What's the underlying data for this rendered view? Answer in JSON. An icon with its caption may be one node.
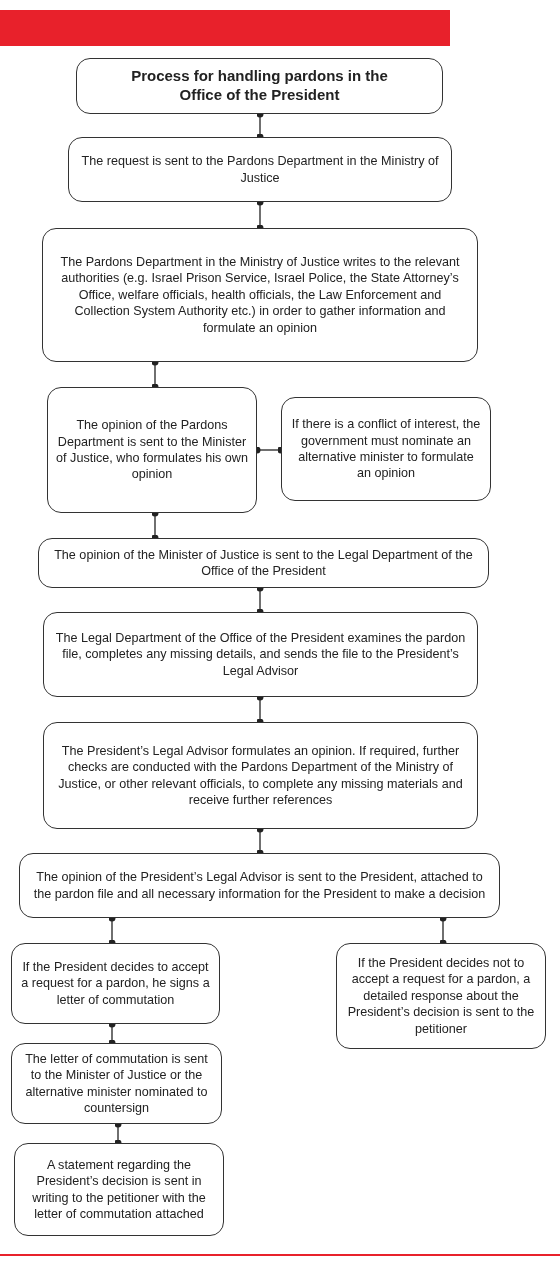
{
  "diagram": {
    "nodes": [
      {
        "text": [
          "Process for handling pardons in the Office of the President"
        ]
      },
      {
        "text": [
          "The request is sent to the Pardons Department in the Ministry of Justice"
        ]
      },
      {
        "text": [
          "The Pardons Department in the Ministry of Justice writes to the relevant authorities (e.g. Israel Prison Service, Israel Police, the State Attorney’s Office, welfare officials, health officials, the Law Enforcement and Collection System Authority etc.) in order to gather information and formulate an opinion"
        ]
      },
      {
        "text": [
          "The opinion of the Pardons Department is sent to the Minister of Justice, who formulates his own opinion"
        ]
      },
      {
        "text": [
          "If there is a conflict of interest, the government must nominate an alternative minister to formulate an opinion"
        ]
      },
      {
        "text": [
          "The opinion of the Minister of Justice is sent to the Legal Department of the Office of the President"
        ]
      },
      {
        "text": [
          "The Legal Department of the Office of the President examines the pardon file, completes any missing details, and sends the file to the President’s Legal Advisor"
        ]
      },
      {
        "text": [
          "The President’s Legal Advisor formulates an opinion. If required, further checks are conducted with the Pardons Department of the Ministry of Justice, or other relevant officials, to complete any missing materials and receive further references"
        ]
      },
      {
        "text": [
          "The opinion of the President’s Legal Advisor is sent to the President, attached to the pardon file and all necessary information for the President to make a decision"
        ]
      },
      {
        "text": [
          "If the President decides to accept a request for a pardon, he signs a letter of commutation"
        ]
      },
      {
        "text": [
          "If the President decides not to accept a request for a pardon, a detailed response about the President’s decision is sent to the petitioner"
        ]
      },
      {
        "text": [
          "The letter of commutation is sent to the Minister of Justice or the alternative minister nominated to countersign"
        ]
      },
      {
        "text": [
          "A statement regarding the President’s decision is sent in writing to the petitioner with the letter of commutation attached"
        ]
      }
    ],
    "edges": [
      {
        "from": 0,
        "to": 1,
        "arrow": "other"
      },
      {
        "from": 1,
        "to": 2,
        "arrow": "other"
      },
      {
        "from": 2,
        "to": 3,
        "arrow": "other"
      },
      {
        "from": 3,
        "to": 4,
        "arrow": "other"
      },
      {
        "from": 3,
        "to": 5,
        "arrow": "other"
      },
      {
        "from": 5,
        "to": 6,
        "arrow": "other"
      },
      {
        "from": 6,
        "to": 7,
        "arrow": "other"
      },
      {
        "from": 7,
        "to": 8,
        "arrow": "other"
      },
      {
        "from": 8,
        "to": 9,
        "arrow": "other"
      },
      {
        "from": 8,
        "to": 10,
        "arrow": "other"
      },
      {
        "from": 9,
        "to": 11,
        "arrow": "other"
      },
      {
        "from": 11,
        "to": 12,
        "arrow": "other"
      }
    ]
  }
}
